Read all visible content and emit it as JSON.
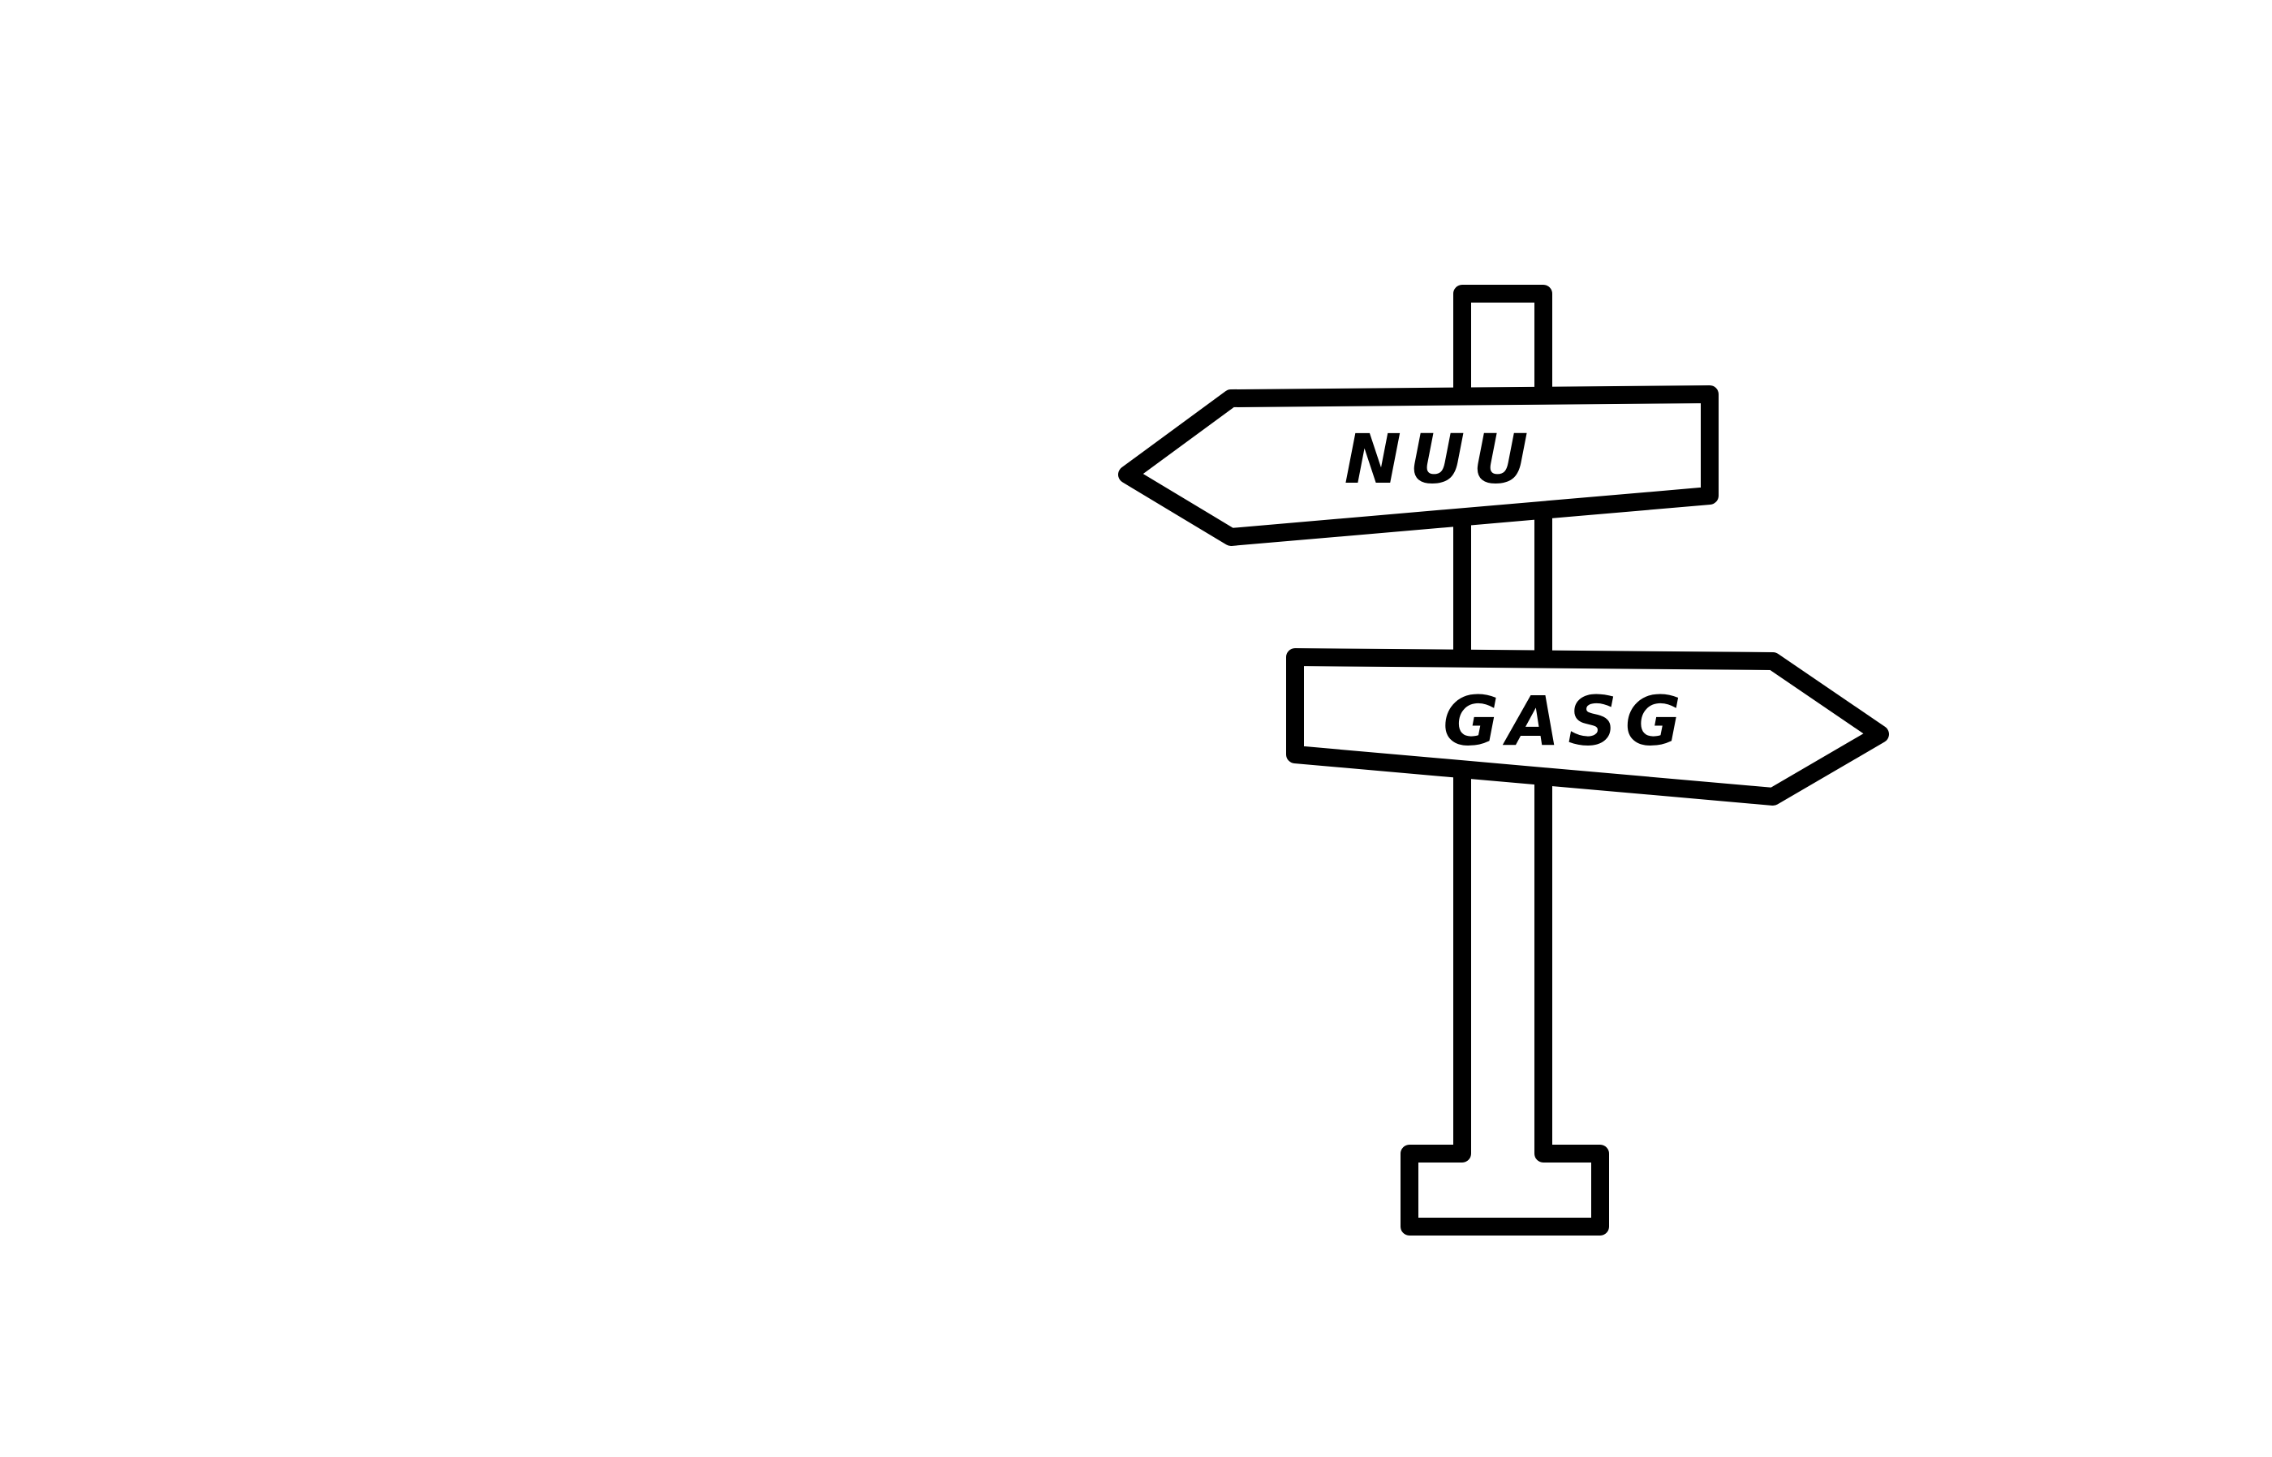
{
  "signpost": {
    "upper_sign": {
      "label": "NUU",
      "direction": "left"
    },
    "lower_sign": {
      "label": "GASG",
      "direction": "right"
    }
  },
  "colors": {
    "stroke": "#000000",
    "fill": "#ffffff",
    "background": "#ffffff"
  }
}
